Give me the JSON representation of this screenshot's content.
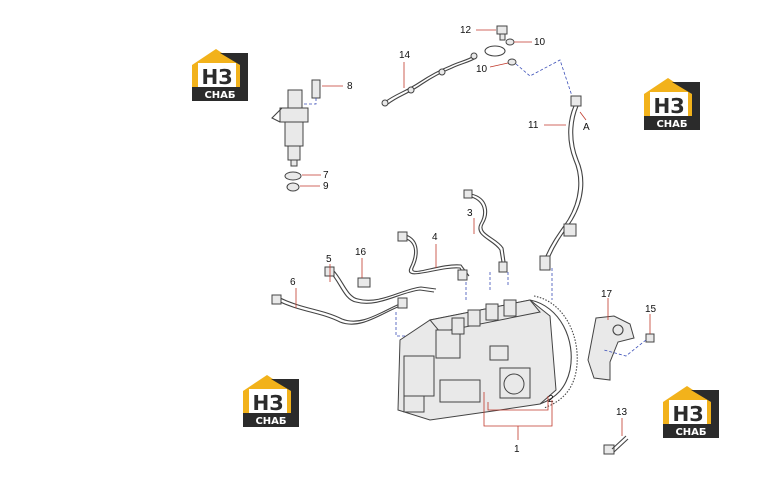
{
  "logo": {
    "mark": "НЗ",
    "caption": "СНАБ",
    "colors": {
      "gold": "#f2b21b",
      "dark": "#2b2b2b",
      "light": "#ffffff"
    }
  },
  "callouts": {
    "c1": "1",
    "c2": "2",
    "c3": "3",
    "c4": "4",
    "c5": "5",
    "c6": "6",
    "c7": "7",
    "c8": "8",
    "c9": "9",
    "c10a": "10",
    "c10b": "10",
    "c11": "11",
    "c12": "12",
    "c13": "13",
    "c14": "14",
    "c15": "15",
    "c16": "16",
    "c17": "17",
    "cA": "A"
  },
  "colors": {
    "leader": "#c0392b",
    "link": "#3b4fb8",
    "line": "#444444"
  }
}
